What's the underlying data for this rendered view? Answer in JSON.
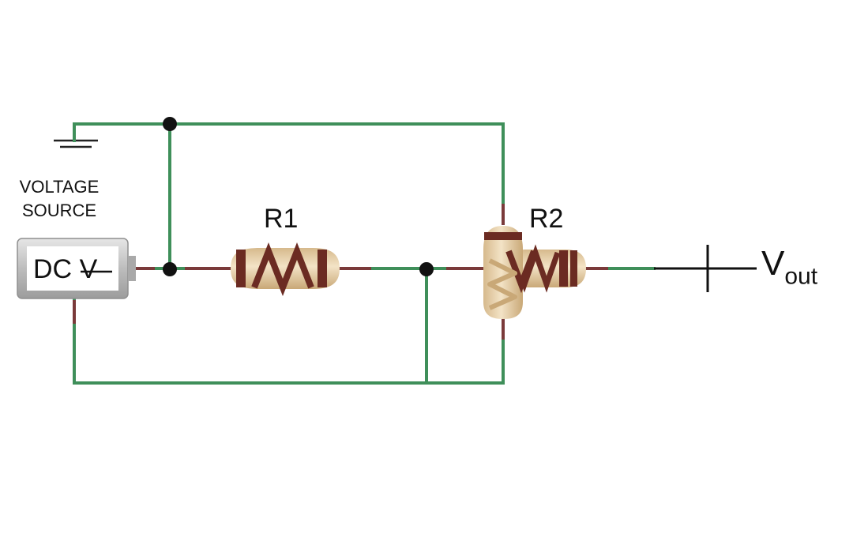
{
  "source_label": {
    "line1": "VOLTAGE",
    "line2": "SOURCE"
  },
  "dc_source": {
    "text": "DC",
    "symbol": "V"
  },
  "resistor_1": {
    "label": "R1"
  },
  "resistor_2": {
    "label": "R2"
  },
  "output": {
    "main": "V",
    "sub": "out"
  },
  "colors": {
    "wire": "#3f8f5a",
    "wire_lead": "#7a3a3a",
    "resistor_body": "#e7cfa8",
    "resistor_band": "#6b2b22",
    "junction": "#111111",
    "source_case": "#c9c9c9",
    "output_line": "#111111"
  }
}
